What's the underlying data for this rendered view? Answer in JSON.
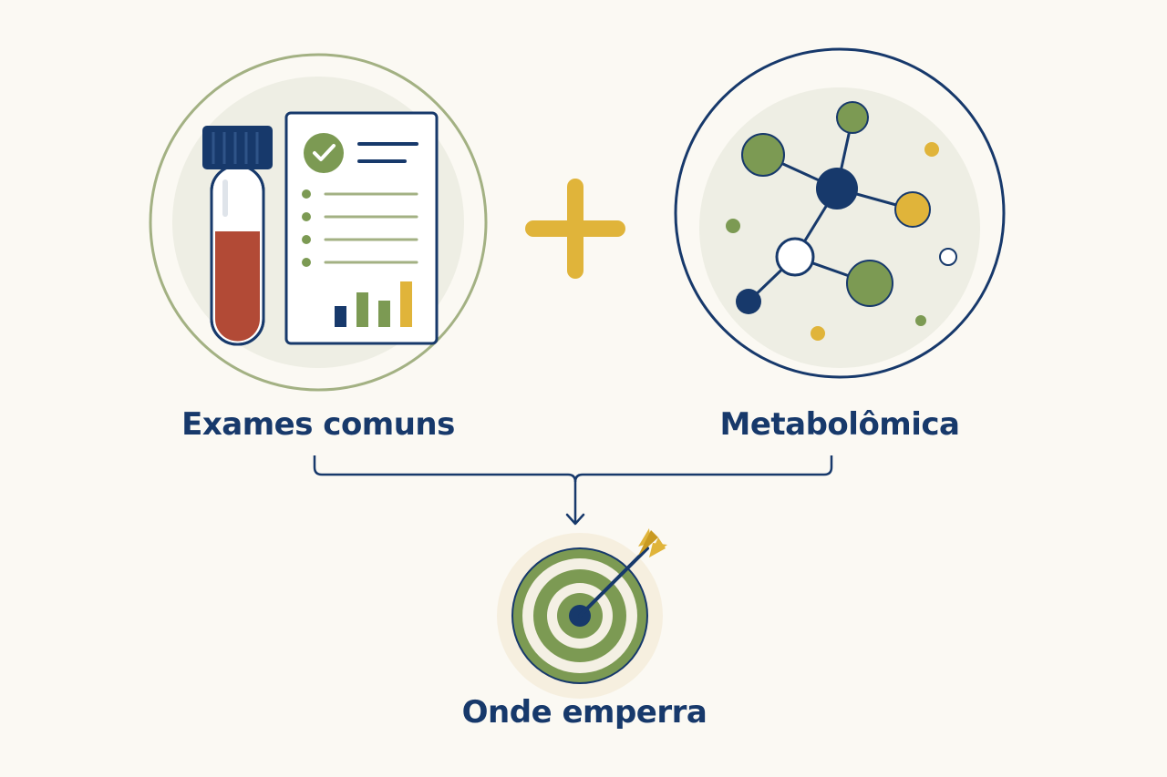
{
  "diagram": {
    "left_node": {
      "label": "Exames comuns",
      "icon": "blood-test-report-icon"
    },
    "combine_symbol": {
      "icon": "plus-icon"
    },
    "right_node": {
      "label": "Metabolômica",
      "icon": "molecule-network-icon"
    },
    "result_node": {
      "label": "Onde emperra",
      "icon": "target-arrow-icon"
    }
  },
  "colors": {
    "background": "#fbf9f3",
    "navy": "#17396b",
    "olive": "#7c9a53",
    "olive_light": "#a3b183",
    "gold": "#e0b43a",
    "blood": "#b24a36",
    "circle_fill": "#eeeee4"
  }
}
